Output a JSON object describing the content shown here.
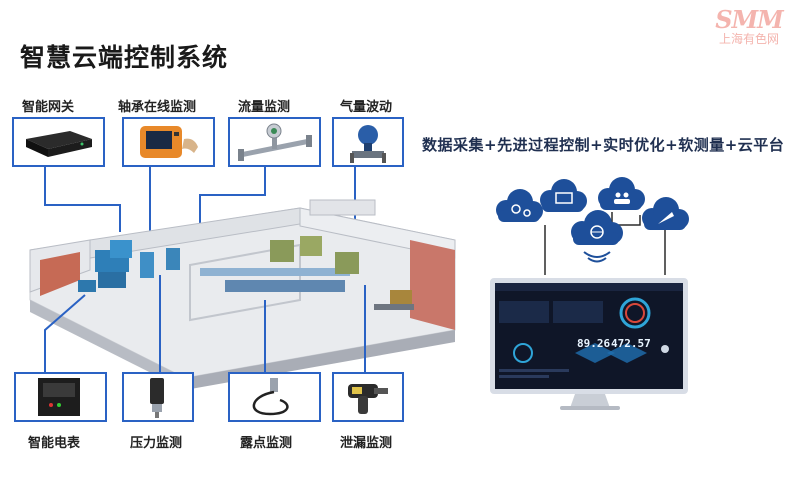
{
  "title": "智慧云端控制系统",
  "watermark": {
    "brand": "SMM",
    "subtitle": "上海有色网"
  },
  "tagline": "数据采集+先进过程控制+实时优化+软测量+云平台",
  "devices_top": [
    {
      "label": "智能网关",
      "icon": "gateway-icon"
    },
    {
      "label": "轴承在线监测",
      "icon": "handheld-monitor-icon"
    },
    {
      "label": "流量监测",
      "icon": "flowmeter-icon"
    },
    {
      "label": "气量波动",
      "icon": "pressure-transmitter-icon"
    }
  ],
  "devices_bottom": [
    {
      "label": "智能电表",
      "icon": "smart-meter-icon"
    },
    {
      "label": "压力监测",
      "icon": "pressure-sensor-icon"
    },
    {
      "label": "露点监测",
      "icon": "dewpoint-sensor-icon"
    },
    {
      "label": "泄漏监测",
      "icon": "leak-detector-icon"
    }
  ],
  "cloud_icons": [
    "gears-cloud-icon",
    "film-cloud-icon",
    "users-cloud-icon",
    "globe-cloud-icon",
    "rocket-cloud-icon"
  ],
  "dashboard": {
    "value_a": "89.26",
    "value_b": "472.57"
  },
  "colors": {
    "accent": "#2a62c4",
    "cloud": "#1e4f9a",
    "dashboard_bg": "#0f1628"
  }
}
